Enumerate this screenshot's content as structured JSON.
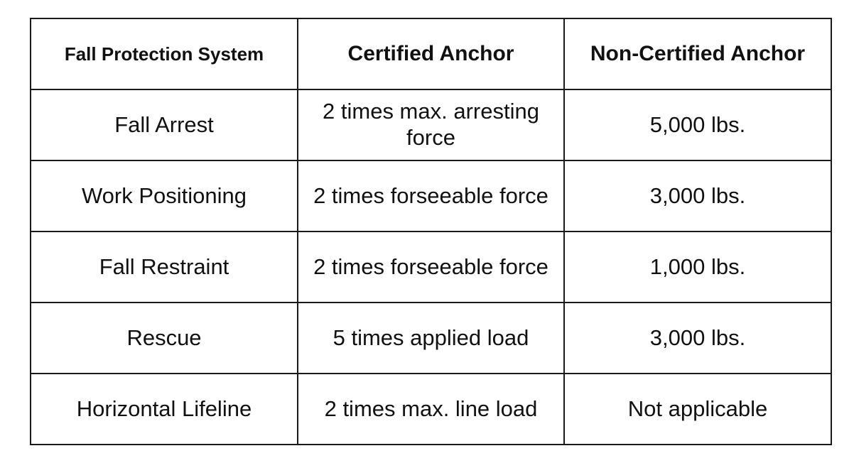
{
  "table": {
    "headers": [
      "Fall Protection System",
      "Certified Anchor",
      "Non-Certified Anchor"
    ],
    "rows": [
      [
        "Fall Arrest",
        "2 times max. arresting force",
        "5,000 lbs."
      ],
      [
        "Work Positioning",
        "2 times forseeable force",
        "3,000 lbs."
      ],
      [
        "Fall Restraint",
        "2 times forseeable force",
        "1,000 lbs."
      ],
      [
        "Rescue",
        "5 times applied load",
        "3,000 lbs."
      ],
      [
        "Horizontal Lifeline",
        "2 times max. line load",
        "Not applicable"
      ]
    ]
  }
}
